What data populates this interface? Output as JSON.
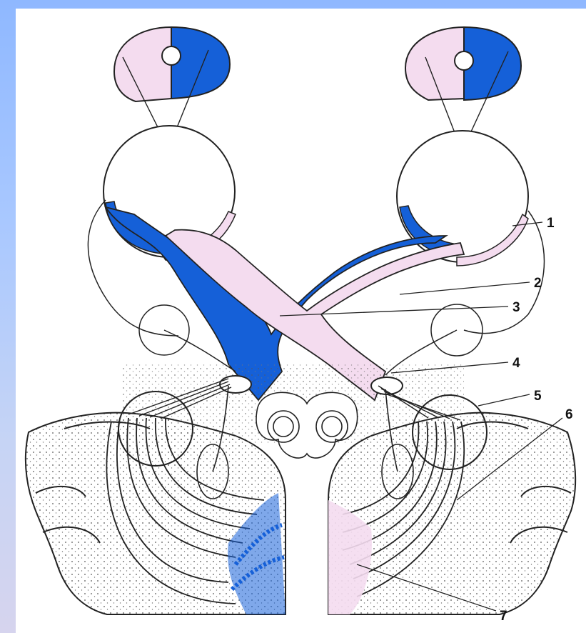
{
  "diagram": {
    "labels": [
      "1",
      "2",
      "3",
      "4",
      "5",
      "6",
      "7"
    ]
  },
  "colors": {
    "nasal_field": "#1560d8",
    "temporal_field": "#f4dcef",
    "background_gradient_top": "#8fb8ff",
    "background_gradient_bottom": "#d6d4ee"
  }
}
